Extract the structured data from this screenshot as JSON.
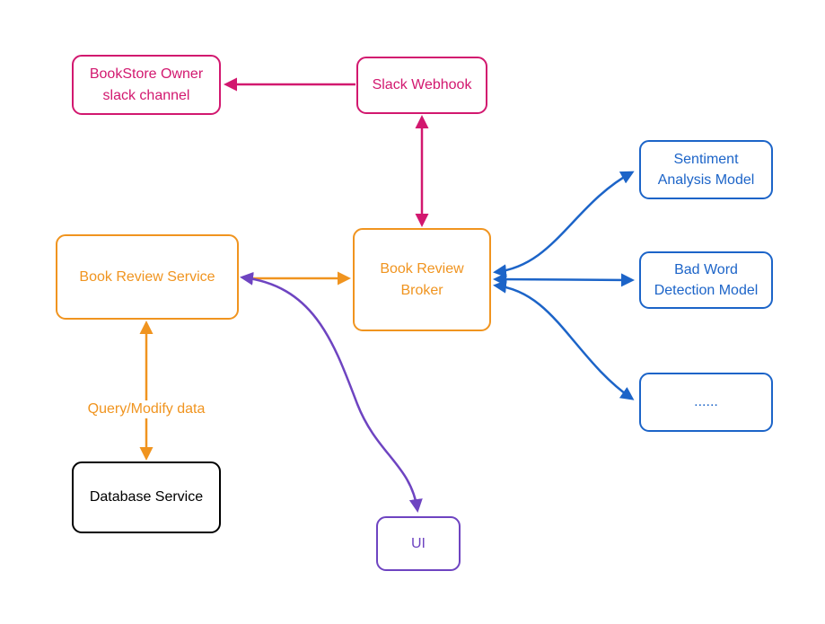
{
  "colors": {
    "pink": "#d2186f",
    "orange": "#f0941f",
    "blue": "#1c64c8",
    "purple": "#6e44c1",
    "black": "#000000",
    "background": "#ffffff"
  },
  "nodes": {
    "bookstore_owner": {
      "label": "BookStore Owner\nslack channel"
    },
    "slack_webhook": {
      "label": "Slack Webhook"
    },
    "book_review_service": {
      "label": "Book Review Service"
    },
    "book_review_broker": {
      "label": "Book Review\nBroker"
    },
    "sentiment_model": {
      "label": "Sentiment\nAnalysis Model"
    },
    "bad_word_model": {
      "label": "Bad Word\nDetection Model"
    },
    "more_models": {
      "label": "......"
    },
    "database_service": {
      "label": "Database Service"
    },
    "ui": {
      "label": "UI"
    }
  },
  "edge_labels": {
    "query_modify": "Query/Modify data"
  },
  "edges": [
    {
      "from": "slack_webhook",
      "to": "bookstore_owner",
      "color": "pink",
      "heads": "end"
    },
    {
      "from": "slack_webhook",
      "to": "book_review_broker",
      "color": "pink",
      "heads": "both"
    },
    {
      "from": "book_review_service",
      "to": "book_review_broker",
      "color": "orange",
      "heads": "end"
    },
    {
      "from": "book_review_service",
      "to": "database_service",
      "color": "orange",
      "heads": "both",
      "label": "Query/Modify data"
    },
    {
      "from": "book_review_service",
      "to": "ui",
      "color": "purple",
      "heads": "both"
    },
    {
      "from": "book_review_broker",
      "to": "sentiment_model",
      "color": "blue",
      "heads": "both"
    },
    {
      "from": "book_review_broker",
      "to": "bad_word_model",
      "color": "blue",
      "heads": "both"
    },
    {
      "from": "book_review_broker",
      "to": "more_models",
      "color": "blue",
      "heads": "both"
    }
  ]
}
